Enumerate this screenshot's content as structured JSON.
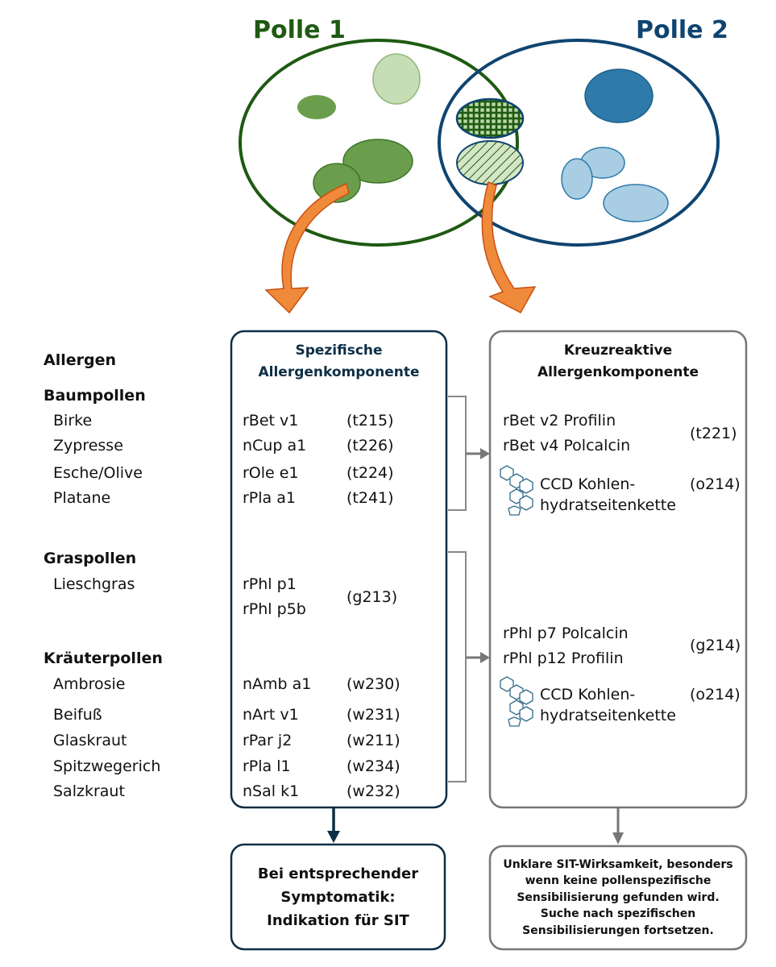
{
  "venn": {
    "left_label": "Polle 1",
    "right_label": "Polle 2"
  },
  "allergen_header": "Allergen",
  "groups": {
    "baum": {
      "title": "Baumpollen",
      "rows": [
        {
          "name": "Birke",
          "component": "rBet v1",
          "code": "(t215)"
        },
        {
          "name": "Zypresse",
          "component": "nCup a1",
          "code": "(t226)"
        },
        {
          "name": "Esche/Olive",
          "component": "rOle e1",
          "code": "(t224)"
        },
        {
          "name": "Platane",
          "component": "rPla a1",
          "code": "(t241)"
        }
      ]
    },
    "gras": {
      "title": "Graspollen",
      "rows": [
        {
          "name": "Lieschgras",
          "component_1": "rPhl p1",
          "component_2": "rPhl p5b",
          "code": "(g213)"
        }
      ]
    },
    "kraut": {
      "title": "Kräuterpollen",
      "rows": [
        {
          "name": "Ambrosie",
          "component": "nAmb a1",
          "code": "(w230)"
        },
        {
          "name": "Beifuß",
          "component": "nArt v1",
          "code": "(w231)"
        },
        {
          "name": "Glaskraut",
          "component": "rPar j2",
          "code": "(w211)"
        },
        {
          "name": "Spitzwegerich",
          "component": "rPla l1",
          "code": "(w234)"
        },
        {
          "name": "Salzkraut",
          "component": "nSal k1",
          "code": "(w232)"
        }
      ]
    }
  },
  "specific_box": {
    "title_line1": "Spezifische",
    "title_line2": "Allergenkomponente"
  },
  "cross_box": {
    "title_line1": "Kreuzreaktive",
    "title_line2": "Allergenkomponente",
    "baum": {
      "line1": "rBet v2 Profilin",
      "line2": "rBet v4 Polcalcin",
      "code": "(t221)",
      "ccd_line1": "CCD Kohlen-",
      "ccd_line2": "hydratseitenkette",
      "ccd_code": "(o214)"
    },
    "gras": {
      "line1": "rPhl p7 Polcalcin",
      "line2": "rPhl p12 Profilin",
      "code": "(g214)",
      "ccd_line1": "CCD Kohlen-",
      "ccd_line2": "hydratseitenkette",
      "ccd_code": "(o214)"
    }
  },
  "result_left": {
    "line1": "Bei entsprechender",
    "line2": "Symptomatik:",
    "line3": "Indikation für SIT"
  },
  "result_right": {
    "line1": "Unklare SIT-Wirksamkeit, besonders",
    "line2": "wenn keine pollenspezifische",
    "line3": "Sensibilisierung gefunden wird.",
    "line4": "Suche nach spezifischen",
    "line5": "Sensibilisierungen fortsetzen."
  },
  "colors": {
    "dark_green": "#1e5a12",
    "mid_green": "#6a9e4c",
    "light_green": "#c7ddb5",
    "dark_blue": "#0f4470",
    "mid_blue": "#2e7aaa",
    "light_blue": "#a9cde3",
    "orange": "#e86419",
    "navy": "#0d2e45",
    "gray": "#777777"
  },
  "icons": [
    "carbohydrate-chain-icon",
    "arrow-icon"
  ]
}
